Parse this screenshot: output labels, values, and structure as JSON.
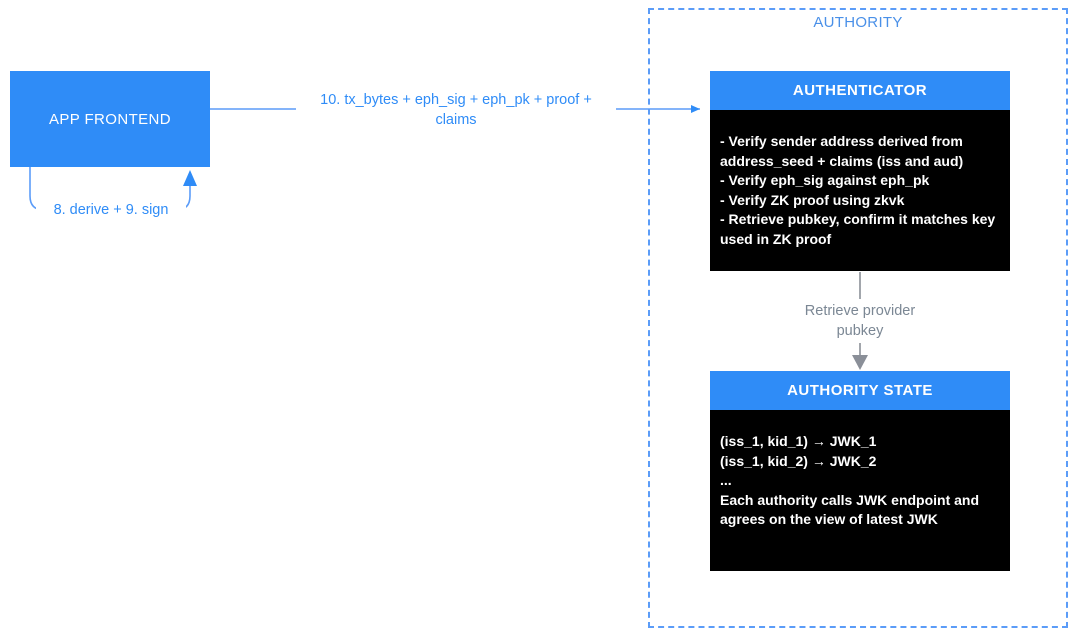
{
  "diagram": {
    "title": "zkLogin authority verification flow",
    "colors": {
      "accent_blue": "#2f8cf7",
      "dashed_border_blue": "#5b9cf8",
      "group_title_blue": "#4a90e8",
      "body_black": "#000000",
      "gray_connector": "#8a8f98",
      "gray_label": "#7b8794",
      "white": "#ffffff"
    },
    "group": {
      "label": "AUTHORITY"
    },
    "nodes": {
      "app_frontend": {
        "label": "APP FRONTEND"
      },
      "authenticator": {
        "header": "AUTHENTICATOR",
        "body": "- Verify sender address derived from address_seed + claims (iss and aud)\n- Verify eph_sig against eph_pk\n- Verify ZK proof using zkvk\n- Retrieve pubkey, confirm it matches key used in ZK proof"
      },
      "authority_state": {
        "header": "AUTHORITY STATE",
        "body": "(iss_1, kid_1) → JWK_1\n(iss_1, kid_2) → JWK_2\n...\nEach authority calls JWK endpoint and agrees on the view of latest JWK"
      }
    },
    "edges": {
      "frontend_to_authenticator": {
        "label": "10. tx_bytes + eph_sig + eph_pk + proof + claims"
      },
      "frontend_self_loop": {
        "label": "8. derive + 9. sign"
      },
      "authenticator_to_state": {
        "label": "Retrieve provider pubkey"
      }
    }
  }
}
